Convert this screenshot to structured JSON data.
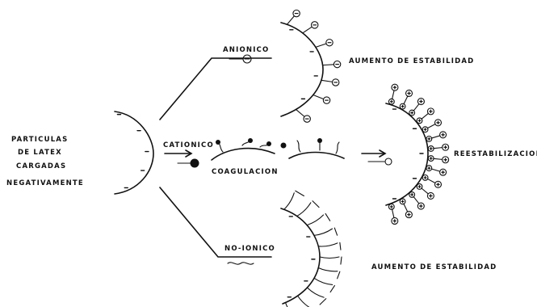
{
  "labels": {
    "source_line1": "PARTICULAS",
    "source_line2": "DE LATEX",
    "source_line3": "CARGADAS",
    "source_line4": "NEGATIVAMENTE",
    "anionic": "ANIONICO",
    "cationic": "CATIONICO",
    "coagulation": "COAGULACION",
    "nonionic": "NO-IONICO",
    "stability_anionic": "AUMENTO DE ESTABILIDAD",
    "stability_nonionic": "AUMENTO DE ESTABILIDAD",
    "restabilization": "REESTABILIZACION"
  },
  "symbols": {
    "negative": "⊖",
    "positive": "⊕",
    "minus": "-"
  }
}
